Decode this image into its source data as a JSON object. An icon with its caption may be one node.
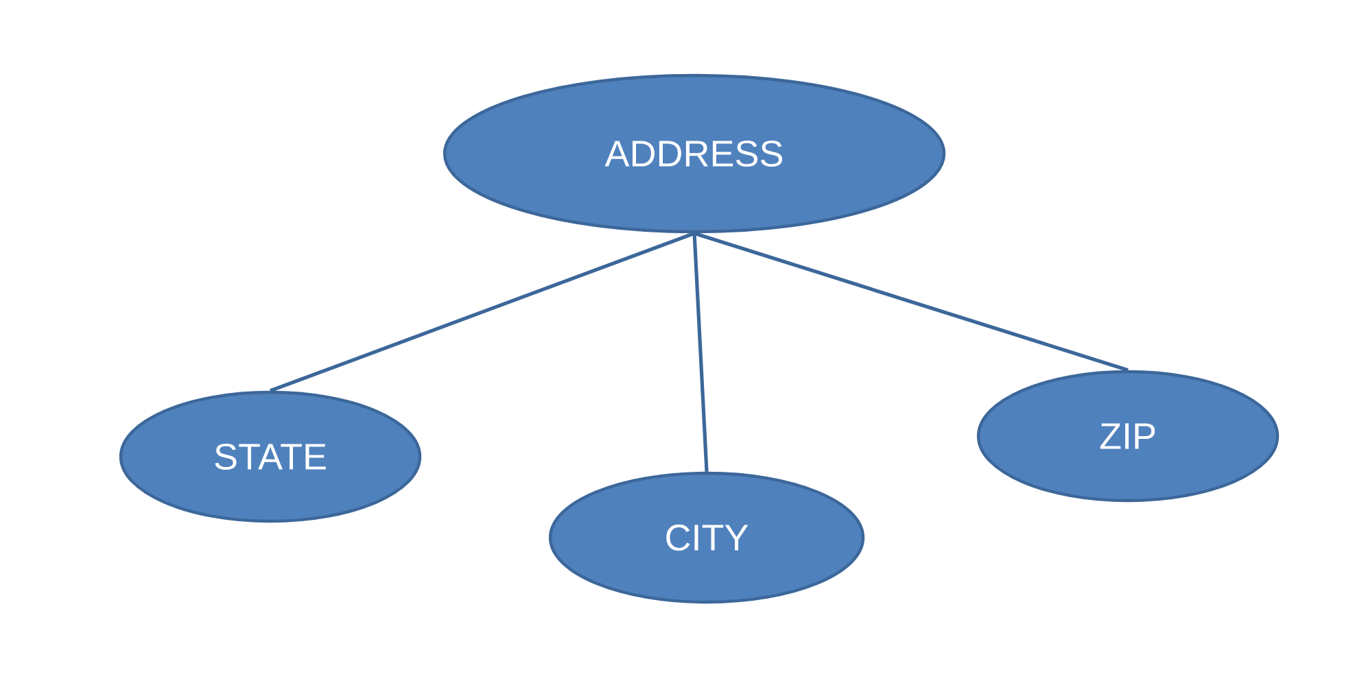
{
  "diagram": {
    "nodes": [
      {
        "text": [
          "ADDRESS"
        ]
      },
      {
        "text": [
          "STATE"
        ]
      },
      {
        "text": [
          "CITY"
        ]
      },
      {
        "text": [
          "ZIP"
        ]
      }
    ],
    "edges": [
      {
        "from": 0,
        "to": 1,
        "arrow": "none"
      },
      {
        "from": 0,
        "to": 2,
        "arrow": "none"
      },
      {
        "from": 0,
        "to": 3,
        "arrow": "none"
      }
    ]
  }
}
